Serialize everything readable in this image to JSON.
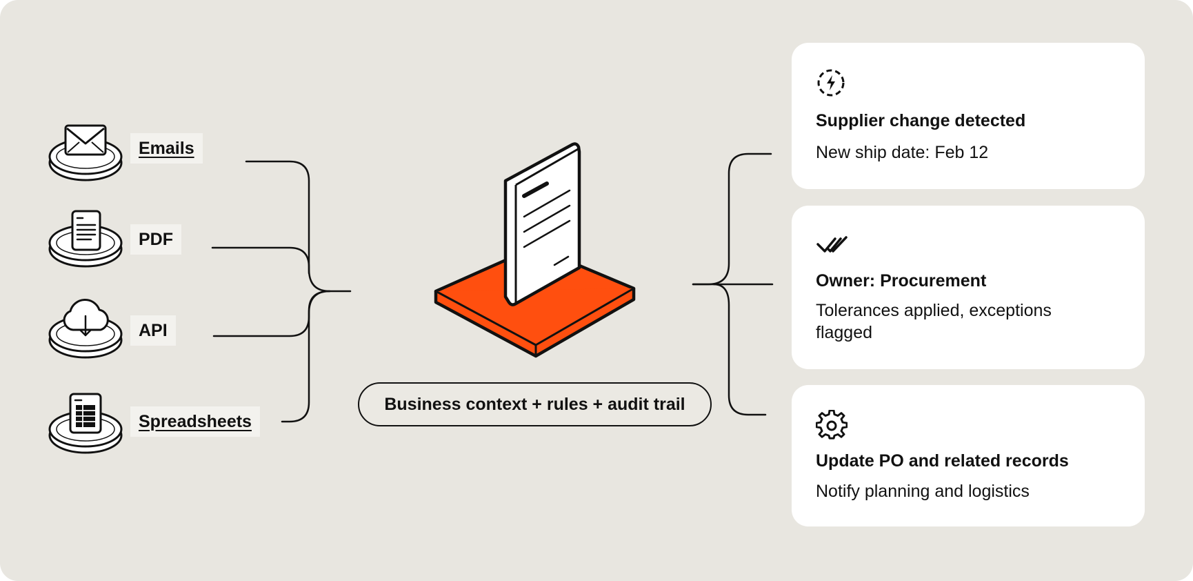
{
  "sources": [
    {
      "label": "Emails",
      "icon": "envelope-icon"
    },
    {
      "label": "PDF",
      "icon": "document-icon"
    },
    {
      "label": "API",
      "icon": "cloud-download-icon"
    },
    {
      "label": "Spreadsheets",
      "icon": "spreadsheet-icon"
    }
  ],
  "center": {
    "caption": "Business context + rules + audit trail",
    "icon": "document-on-platform-icon"
  },
  "outputs": [
    {
      "title": "Supplier change detected",
      "body": "New ship date: Feb 12",
      "icon": "lightning-circle-icon"
    },
    {
      "title": "Owner: Procurement",
      "body": "Tolerances applied, exceptions flagged",
      "icon": "double-check-icon"
    },
    {
      "title": "Update PO and related records",
      "body": "Notify planning and logistics",
      "icon": "gear-icon"
    }
  ],
  "colors": {
    "background": "#e8e6e0",
    "accent": "#ff4f0f",
    "ink": "#111111",
    "card": "#ffffff"
  }
}
